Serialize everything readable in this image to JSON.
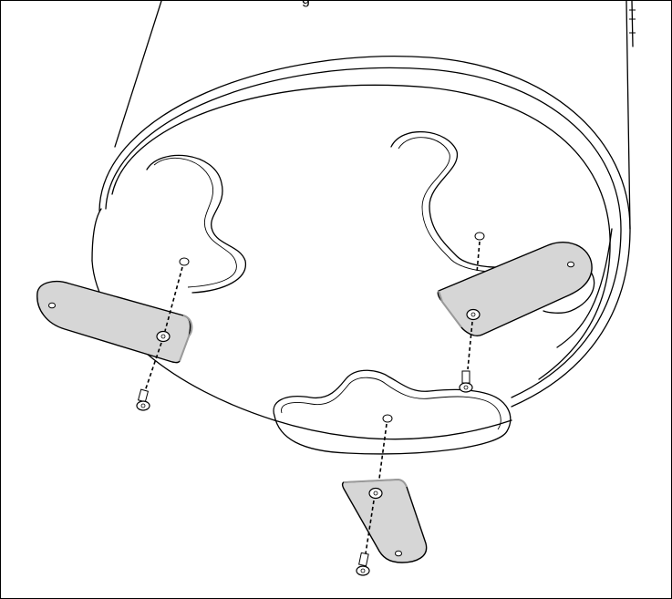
{
  "figure": {
    "top_cutoff_text": "g",
    "colors": {
      "line": "#000000",
      "plate_fill": "#d6d6d6",
      "plate_edge": "#9a9a9a",
      "background": "#ffffff"
    },
    "parts": {
      "body": "cylinder-body",
      "brackets": [
        "bracket-left",
        "bracket-right",
        "bracket-bottom"
      ],
      "screws": [
        "screw-left",
        "screw-right",
        "screw-bottom"
      ]
    }
  }
}
